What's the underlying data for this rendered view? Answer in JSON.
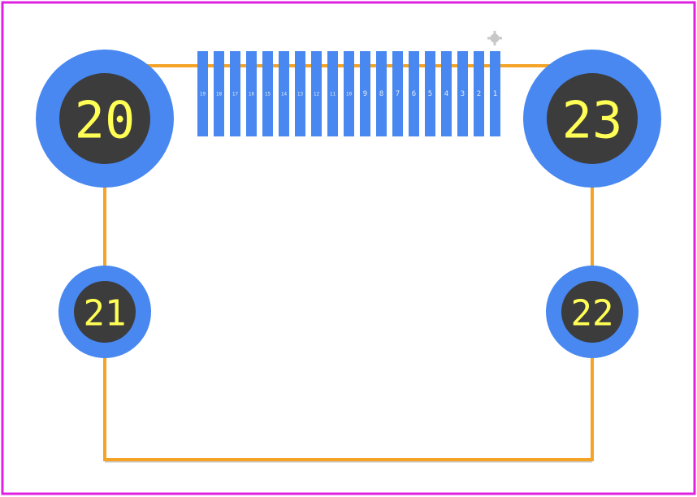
{
  "colors": {
    "board_outline": "#e020e0",
    "silkscreen": "#f5a326",
    "courtyard": "#c8c8c8",
    "copper_pad": "#4888f0",
    "drill_hole": "#3c3c3c",
    "pad_text": "#ffff55",
    "background": "#ffffff"
  },
  "signal_pins": [
    {
      "number": "19"
    },
    {
      "number": "18"
    },
    {
      "number": "17"
    },
    {
      "number": "16"
    },
    {
      "number": "15"
    },
    {
      "number": "14"
    },
    {
      "number": "13"
    },
    {
      "number": "12"
    },
    {
      "number": "11"
    },
    {
      "number": "10"
    },
    {
      "number": "9"
    },
    {
      "number": "8"
    },
    {
      "number": "7"
    },
    {
      "number": "6"
    },
    {
      "number": "5"
    },
    {
      "number": "4"
    },
    {
      "number": "3"
    },
    {
      "number": "2"
    },
    {
      "number": "1"
    }
  ],
  "mounting_pads": [
    {
      "number": "20",
      "size": "large",
      "position": "top-left"
    },
    {
      "number": "23",
      "size": "large",
      "position": "top-right"
    },
    {
      "number": "21",
      "size": "small",
      "position": "bottom-left"
    },
    {
      "number": "22",
      "size": "small",
      "position": "bottom-right"
    }
  ],
  "pin1_marker": {
    "icon": "origin-crosshair-icon"
  }
}
